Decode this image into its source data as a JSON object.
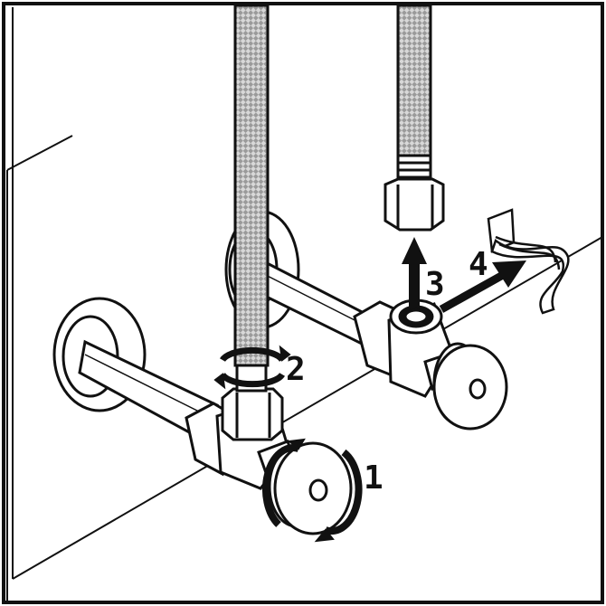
{
  "steps": [
    {
      "number": "1",
      "action": "turn-valve-handle"
    },
    {
      "number": "2",
      "action": "loosen-hose-nut"
    },
    {
      "number": "3",
      "action": "lift-hose-off"
    },
    {
      "number": "4",
      "action": "apply-sealing-tape"
    }
  ],
  "colors": {
    "line": "#111111",
    "fill": "#ffffff",
    "hose_pattern": "#b9b9b9",
    "shadow": "#cfcfcf"
  },
  "icons": [
    "hose-icon",
    "valve-icon",
    "rotation-arrow-icon",
    "up-arrow-icon",
    "tape-icon"
  ]
}
